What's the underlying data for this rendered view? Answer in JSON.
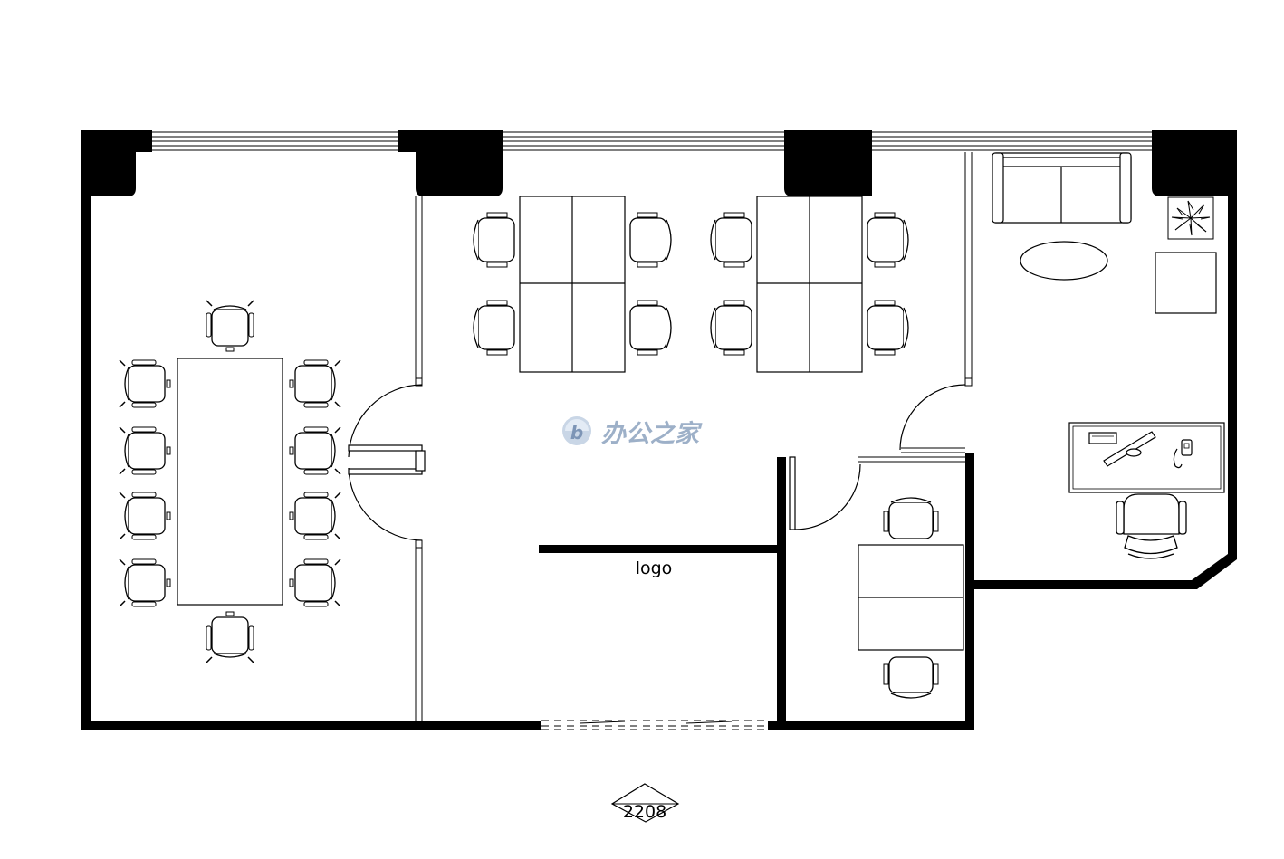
{
  "plan": {
    "logo_wall_label": "logo",
    "room_number": "2208"
  },
  "watermark": {
    "text": "办公之家",
    "color": "#9db0c8"
  },
  "colors": {
    "wall": "#000000",
    "line": "#000000",
    "background": "#ffffff"
  }
}
